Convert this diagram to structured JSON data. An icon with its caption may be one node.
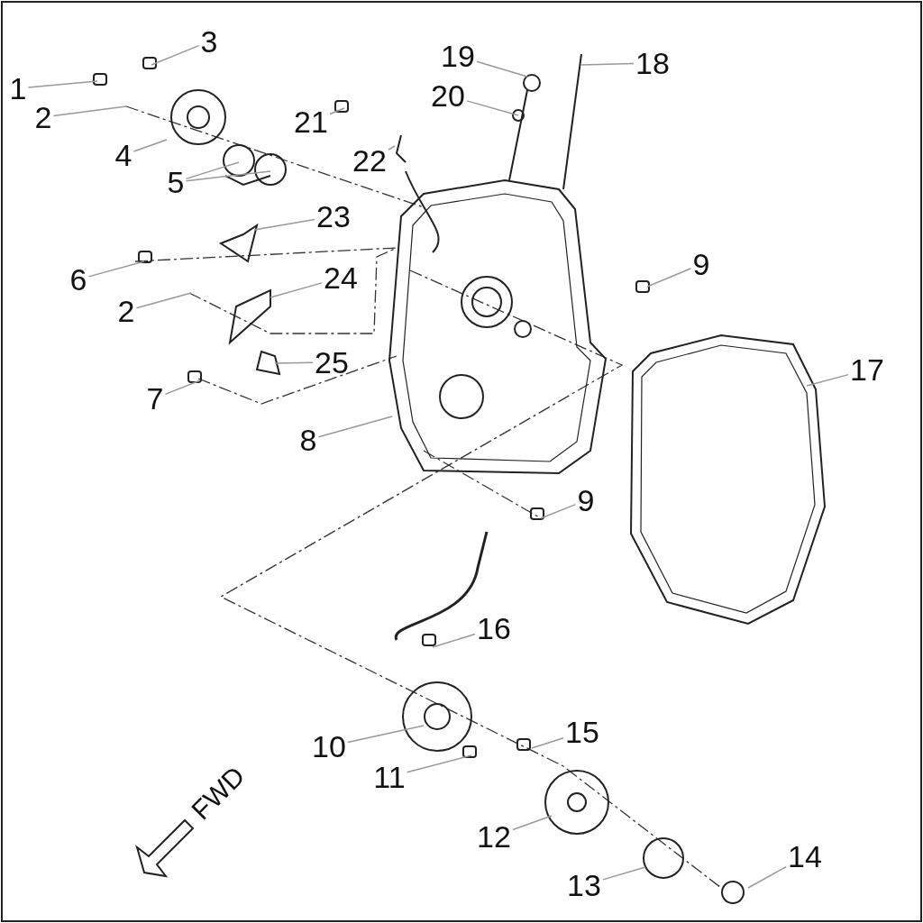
{
  "diagram": {
    "nodes": [
      {
        "text": [
          "1"
        ]
      },
      {
        "text": [
          "2"
        ]
      },
      {
        "text": [
          "3"
        ]
      },
      {
        "text": [
          "4"
        ]
      },
      {
        "text": [
          "5"
        ]
      },
      {
        "text": [
          "19"
        ]
      },
      {
        "text": [
          "18"
        ]
      },
      {
        "text": [
          "20"
        ]
      },
      {
        "text": [
          "21"
        ]
      },
      {
        "text": [
          "22"
        ]
      },
      {
        "text": [
          "23"
        ]
      },
      {
        "text": [
          "6"
        ]
      },
      {
        "text": [
          "24"
        ]
      },
      {
        "text": [
          "2"
        ]
      },
      {
        "text": [
          "9"
        ]
      },
      {
        "text": [
          "25"
        ]
      },
      {
        "text": [
          "7"
        ]
      },
      {
        "text": [
          "8"
        ]
      },
      {
        "text": [
          "17"
        ]
      },
      {
        "text": [
          "9"
        ]
      },
      {
        "text": [
          "16"
        ]
      },
      {
        "text": [
          "10"
        ]
      },
      {
        "text": [
          "15"
        ]
      },
      {
        "text": [
          "11"
        ]
      },
      {
        "text": [
          "12"
        ]
      },
      {
        "text": [
          "13"
        ]
      },
      {
        "text": [
          "14"
        ]
      }
    ],
    "edges": [
      {
        "from": 0,
        "to": null,
        "arrow": "none"
      },
      {
        "from": 1,
        "to": null,
        "arrow": "none"
      },
      {
        "from": 2,
        "to": null,
        "arrow": "none"
      },
      {
        "from": 3,
        "to": null,
        "arrow": "none"
      },
      {
        "from": 4,
        "to": null,
        "arrow": "none"
      },
      {
        "from": 4,
        "to": null,
        "arrow": "none"
      },
      {
        "from": 5,
        "to": null,
        "arrow": "none"
      },
      {
        "from": 6,
        "to": null,
        "arrow": "none"
      },
      {
        "from": 7,
        "to": null,
        "arrow": "none"
      },
      {
        "from": 8,
        "to": null,
        "arrow": "none"
      },
      {
        "from": 9,
        "to": null,
        "arrow": "none"
      },
      {
        "from": 10,
        "to": null,
        "arrow": "none"
      },
      {
        "from": 11,
        "to": null,
        "arrow": "none"
      },
      {
        "from": 12,
        "to": null,
        "arrow": "none"
      },
      {
        "from": 13,
        "to": null,
        "arrow": "none"
      },
      {
        "from": 14,
        "to": null,
        "arrow": "none"
      },
      {
        "from": 15,
        "to": null,
        "arrow": "none"
      },
      {
        "from": 16,
        "to": null,
        "arrow": "none"
      },
      {
        "from": 17,
        "to": null,
        "arrow": "none"
      },
      {
        "from": 18,
        "to": null,
        "arrow": "none"
      },
      {
        "from": 19,
        "to": null,
        "arrow": "none"
      },
      {
        "from": 20,
        "to": null,
        "arrow": "none"
      },
      {
        "from": 21,
        "to": null,
        "arrow": "none"
      },
      {
        "from": 22,
        "to": null,
        "arrow": "none"
      },
      {
        "from": 23,
        "to": null,
        "arrow": "none"
      },
      {
        "from": 24,
        "to": null,
        "arrow": "none"
      },
      {
        "from": 25,
        "to": null,
        "arrow": "none"
      },
      {
        "from": 26,
        "to": null,
        "arrow": "none"
      }
    ],
    "labels": [
      "FWD"
    ]
  }
}
